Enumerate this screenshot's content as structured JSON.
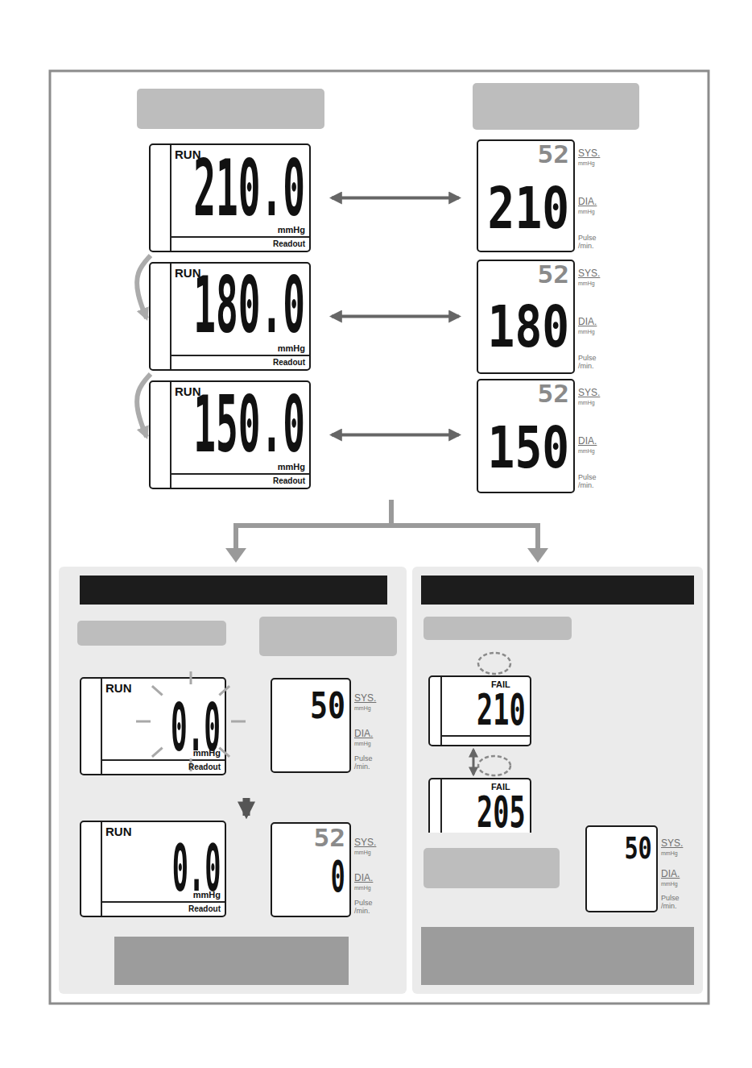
{
  "diagram": {
    "nodes": [
      {
        "text": [
          "RUN",
          "210.0",
          "mmHg",
          "Readout"
        ]
      },
      {
        "text": [
          "52",
          "210",
          "SYS.",
          "mmHg",
          "DIA.",
          "mmHg",
          "Pulse /min."
        ]
      },
      {
        "text": [
          "RUN",
          "180.0",
          "mmHg",
          "Readout"
        ]
      },
      {
        "text": [
          "52",
          "180",
          "SYS.",
          "mmHg",
          "DIA.",
          "mmHg",
          "Pulse /min."
        ]
      },
      {
        "text": [
          "RUN",
          "150.0",
          "mmHg",
          "Readout"
        ]
      },
      {
        "text": [
          "52",
          "150",
          "SYS.",
          "mmHg",
          "DIA.",
          "mmHg",
          "Pulse /min."
        ]
      },
      {
        "text": [
          "RUN",
          "0.0",
          "mmHg",
          "Readout"
        ]
      },
      {
        "text": [
          "50",
          "SYS.",
          "mmHg",
          "DIA.",
          "mmHg",
          "Pulse /min."
        ]
      },
      {
        "text": [
          "RUN",
          "0.0",
          "mmHg",
          "Readout"
        ]
      },
      {
        "text": [
          "52",
          "0",
          "SYS.",
          "mmHg",
          "DIA.",
          "mmHg",
          "Pulse /min."
        ]
      },
      {
        "text": [
          "FAIL",
          "210"
        ]
      },
      {
        "text": [
          "FAIL",
          "205"
        ]
      },
      {
        "text": [
          "50",
          "SYS.",
          "mmHg",
          "DIA.",
          "mmHg",
          "Pulse /min."
        ]
      }
    ],
    "edges": [
      {
        "from": 0,
        "to": 1,
        "arrow": "both"
      },
      {
        "from": 0,
        "to": 2,
        "arrow": "to"
      },
      {
        "from": 2,
        "to": 3,
        "arrow": "both"
      },
      {
        "from": 2,
        "to": 4,
        "arrow": "to"
      },
      {
        "from": 4,
        "to": 5,
        "arrow": "both"
      },
      {
        "from": 6,
        "to": 8,
        "arrow": "to"
      },
      {
        "from": 10,
        "to": 11,
        "arrow": "both"
      }
    ]
  }
}
